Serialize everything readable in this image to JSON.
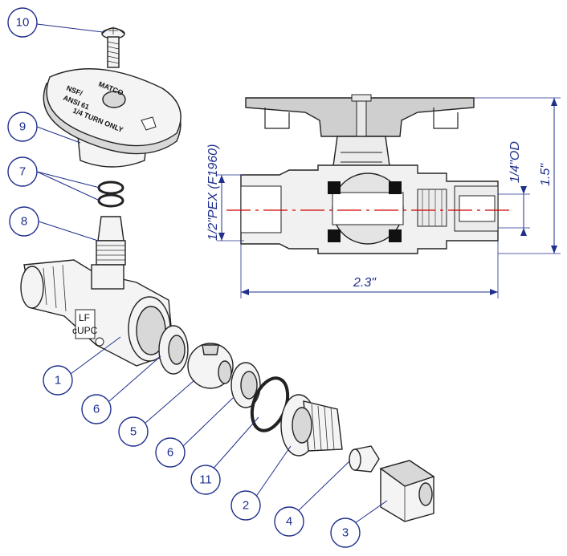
{
  "callouts": [
    {
      "id": "c10",
      "label": "10"
    },
    {
      "id": "c9",
      "label": "9"
    },
    {
      "id": "c7",
      "label": "7"
    },
    {
      "id": "c8",
      "label": "8"
    },
    {
      "id": "c1",
      "label": "1"
    },
    {
      "id": "c6a",
      "label": "6"
    },
    {
      "id": "c5",
      "label": "5"
    },
    {
      "id": "c6b",
      "label": "6"
    },
    {
      "id": "c11",
      "label": "11"
    },
    {
      "id": "c2",
      "label": "2"
    },
    {
      "id": "c4",
      "label": "4"
    },
    {
      "id": "c3",
      "label": "3"
    }
  ],
  "handle_text": {
    "brand": "MATCO",
    "cert1": "NSF/",
    "cert2": "ANSI 61",
    "turn": "1/4 TURN ONLY"
  },
  "body_text": {
    "lf": "LF",
    "cupc": "cUPC"
  },
  "dimensions": {
    "inlet": "1/2\"PEX (F1960)",
    "outlet": "1/4\"OD",
    "height": "1.5\"",
    "length": "2.3\""
  },
  "colors": {
    "callout": "#1f2f8c",
    "centerline": "#d00000"
  }
}
